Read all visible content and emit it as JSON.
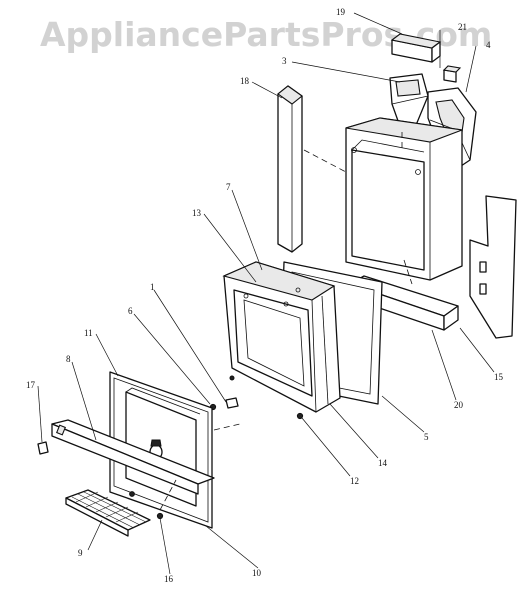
{
  "watermark": "AppliancePartsPros.com",
  "callouts": {
    "c1": "1",
    "c3": "3",
    "c4": "4",
    "c5": "5",
    "c6": "6",
    "c7": "7",
    "c8": "8",
    "c9": "9",
    "c10": "10",
    "c11": "11",
    "c12": "12",
    "c13": "13",
    "c14": "14",
    "c15": "15",
    "c16": "16",
    "c17": "17",
    "c18": "18",
    "c19": "19",
    "c20": "20",
    "c21": "21"
  }
}
